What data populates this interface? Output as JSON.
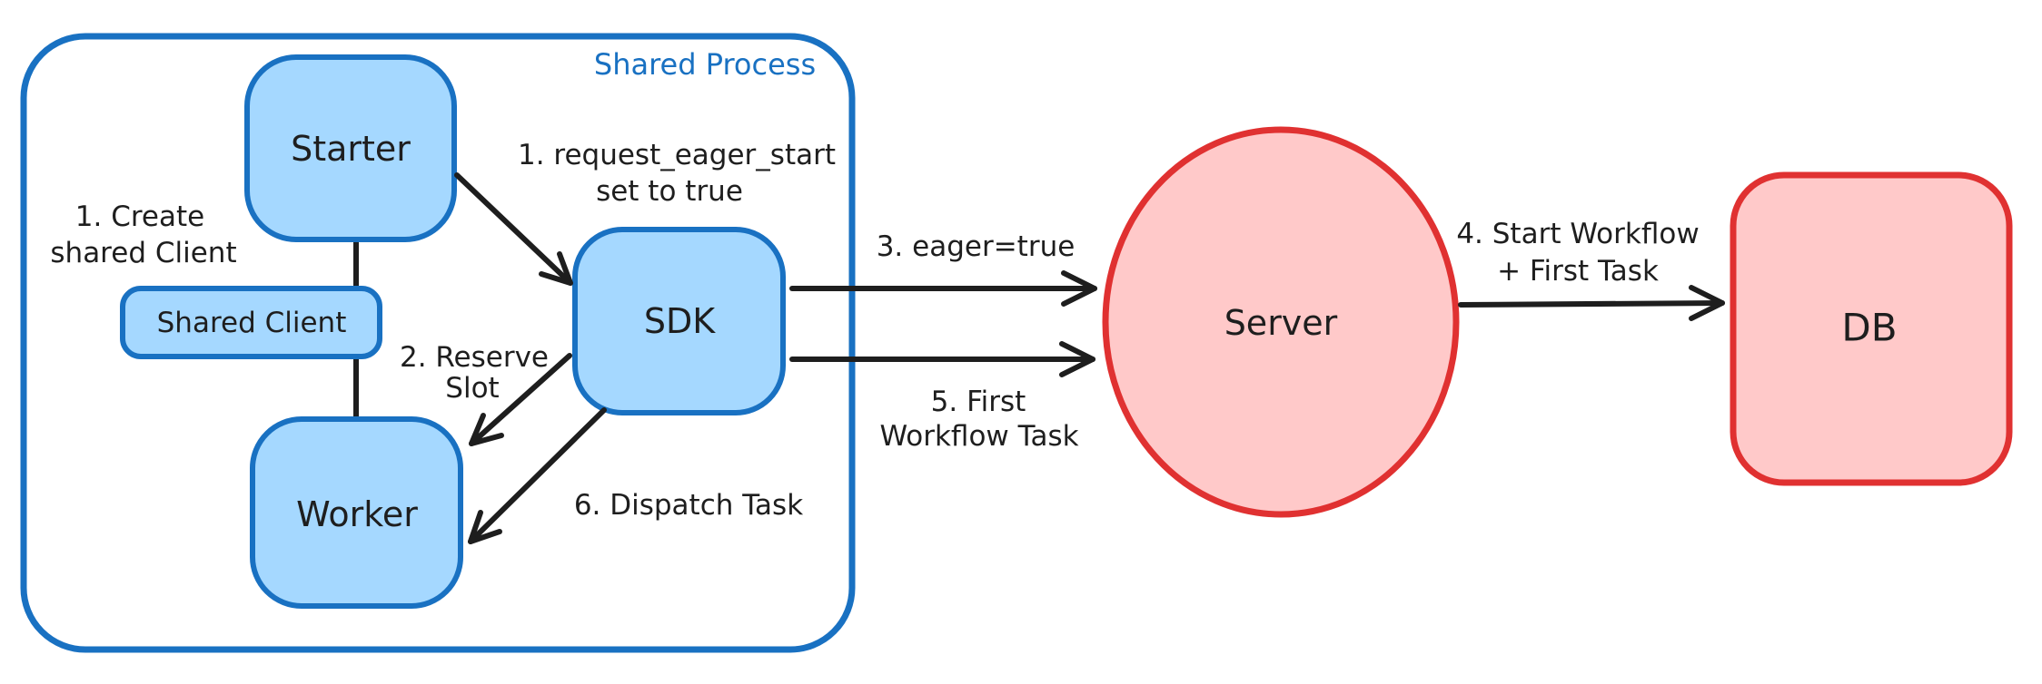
{
  "colors": {
    "background": "#ffffff",
    "blue_stroke": "#1971c2",
    "blue_fill": "#a5d8ff",
    "red_stroke": "#e03131",
    "red_fill": "#ffc9c9",
    "text": "#1e1e1e"
  },
  "container": {
    "label": "Shared Process"
  },
  "nodes": {
    "starter": {
      "label": "Starter"
    },
    "shared_client": {
      "label": "Shared Client"
    },
    "worker": {
      "label": "Worker"
    },
    "sdk": {
      "label": "SDK"
    },
    "server": {
      "label": "Server"
    },
    "db": {
      "label": "DB"
    }
  },
  "annotations": {
    "create_shared_client": {
      "line1": "1. Create",
      "line2": "shared Client"
    },
    "request_eager_start": {
      "line1": "1. request_eager_start",
      "line2": "set to true"
    },
    "reserve_slot": {
      "line1": "2. Reserve",
      "line2": "Slot"
    },
    "eager_true": {
      "label": "3. eager=true"
    },
    "start_workflow": {
      "line1": "4. Start Workflow",
      "line2": "+ First Task"
    },
    "first_workflow_task": {
      "line1": "5. First",
      "line2": "Workflow Task"
    },
    "dispatch_task": {
      "label": "6. Dispatch Task"
    }
  }
}
